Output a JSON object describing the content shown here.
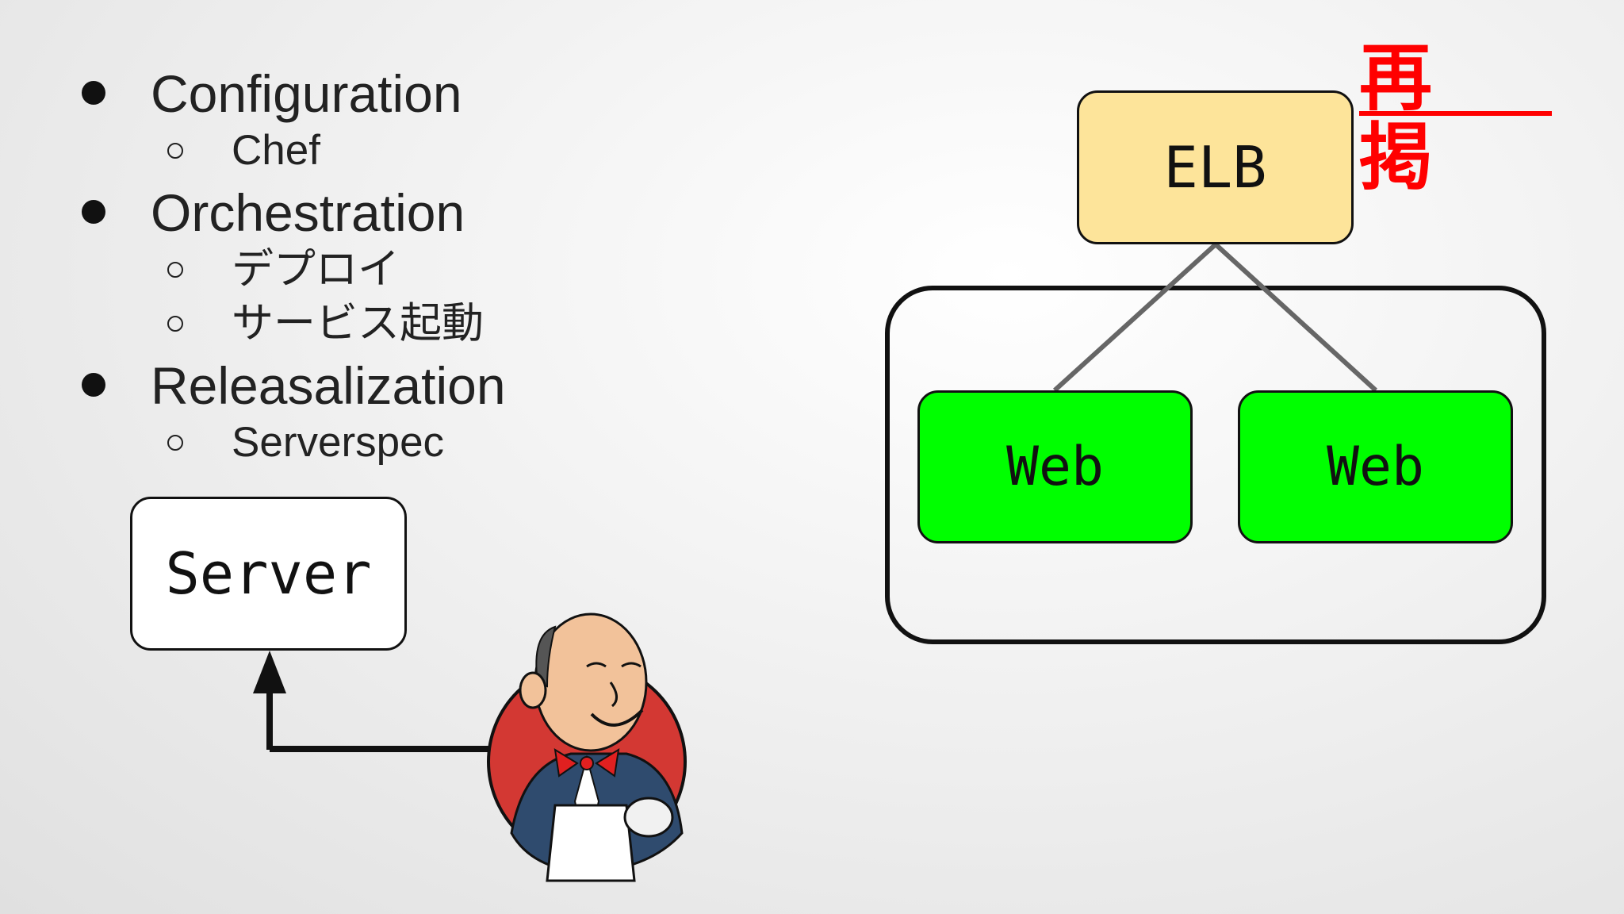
{
  "bullets": [
    {
      "text": "Configuration",
      "children": [
        "Chef"
      ]
    },
    {
      "text": "Orchestration",
      "children": [
        "デプロイ",
        "サービス起動"
      ]
    },
    {
      "text": "Releasalization",
      "children": [
        "Serverspec"
      ]
    }
  ],
  "diagram": {
    "server_label": "Server",
    "elb_label": "ELB",
    "web_labels": [
      "Web",
      "Web"
    ],
    "stamp_text": "再掲"
  },
  "mascot": {
    "icon": "jenkins-butler-icon"
  },
  "colors": {
    "elb_fill": "#fde49a",
    "web_fill": "#00ff00",
    "stamp": "#ff0000",
    "connector": "#666666",
    "mascot_circle": "#d33833"
  }
}
